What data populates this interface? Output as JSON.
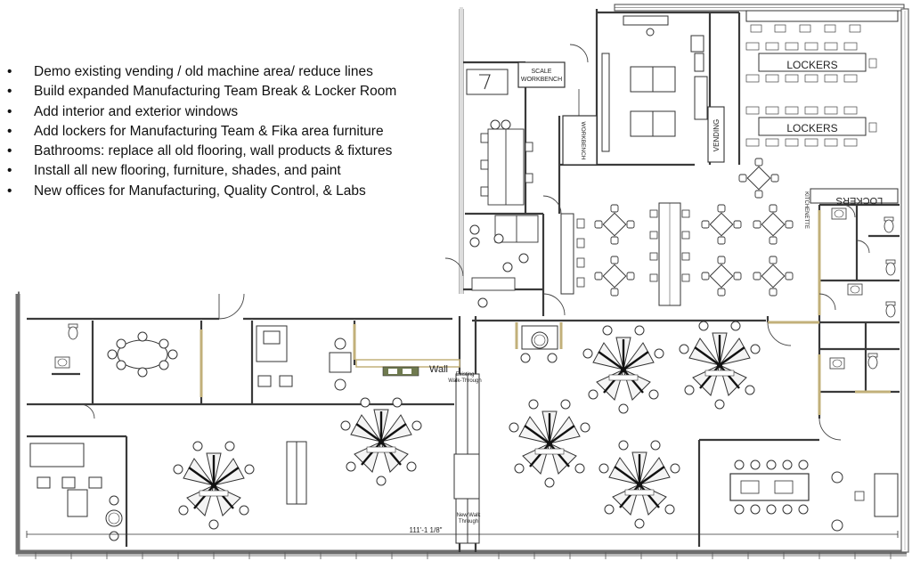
{
  "notes": {
    "bullet_glyph": "•",
    "items": [
      "Demo existing vending / old machine area/ reduce lines",
      "Build expanded Manufacturing Team Break & Locker Room",
      "Add interior and exterior windows",
      "Add lockers for Manufacturing Team & Fika area furniture",
      "Bathrooms:  replace all old flooring, wall products & fixtures",
      "Install all new flooring, furniture, shades, and paint",
      "New offices for Manufacturing, Quality Control, & Labs"
    ]
  },
  "plan": {
    "labels": {
      "scale_line1": "SCALE",
      "scale_line2": "WORKBENCH",
      "workbench": "WORKBENCH",
      "vending": "VENDING",
      "lockers_1": "LOCKERS",
      "lockers_2": "LOCKERS",
      "lockers_rotated": "LOCKERS",
      "kitchen": "KITCHENETTE",
      "wall": "Wall",
      "walkthrough_top_1": "Existing",
      "walkthrough_top_2": "Walk-Through",
      "walkthrough_bottom_1": "New Walk",
      "walkthrough_bottom_2": "Through",
      "dimension": "111'-1 1/8\""
    },
    "colors": {
      "wall": "#6e6e6e",
      "line": "#3a3a3a",
      "window": "#c2b07a",
      "accent_block": "#6f7a4f"
    }
  }
}
